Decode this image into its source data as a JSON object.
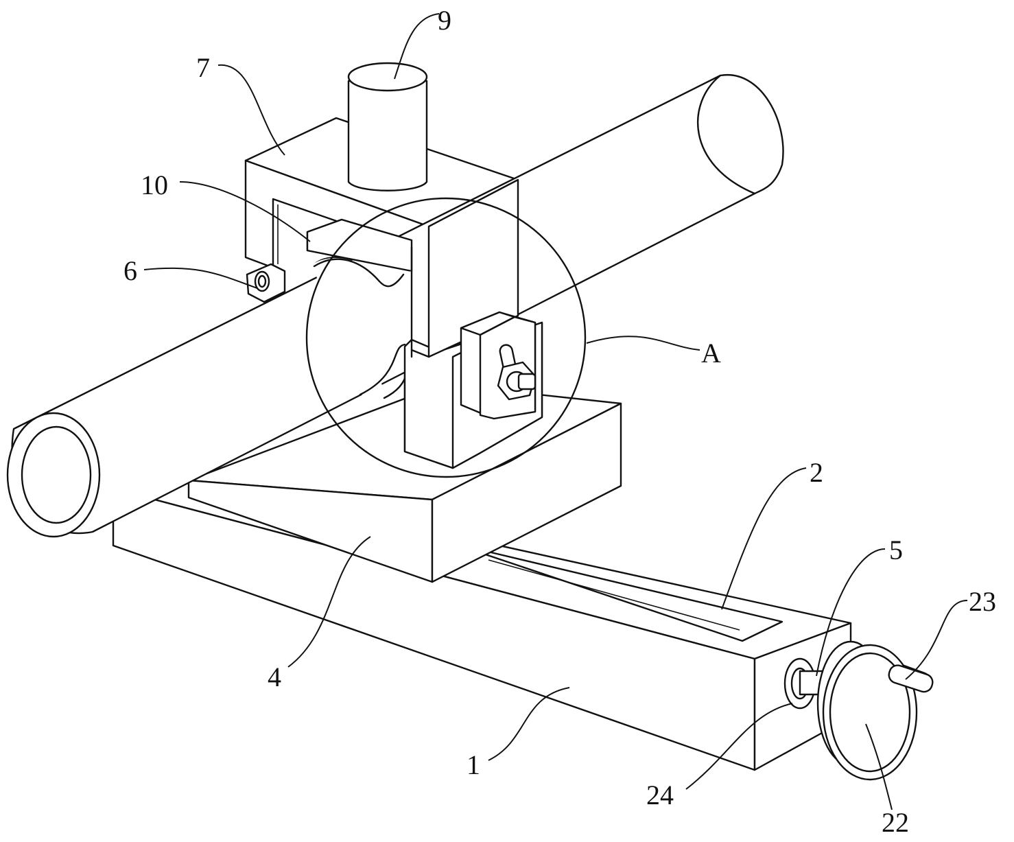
{
  "labels": {
    "rail_base": "1",
    "slot_guide": "2",
    "slide_block": "4",
    "shaft_sleeve": "5",
    "hinge_ear": "6",
    "clamp_frame": "7",
    "cylinder": "9",
    "upper_jaw": "10",
    "handwheel": "22",
    "screw_shaft": "23",
    "bearing_ring": "24",
    "detail_view": "A"
  }
}
